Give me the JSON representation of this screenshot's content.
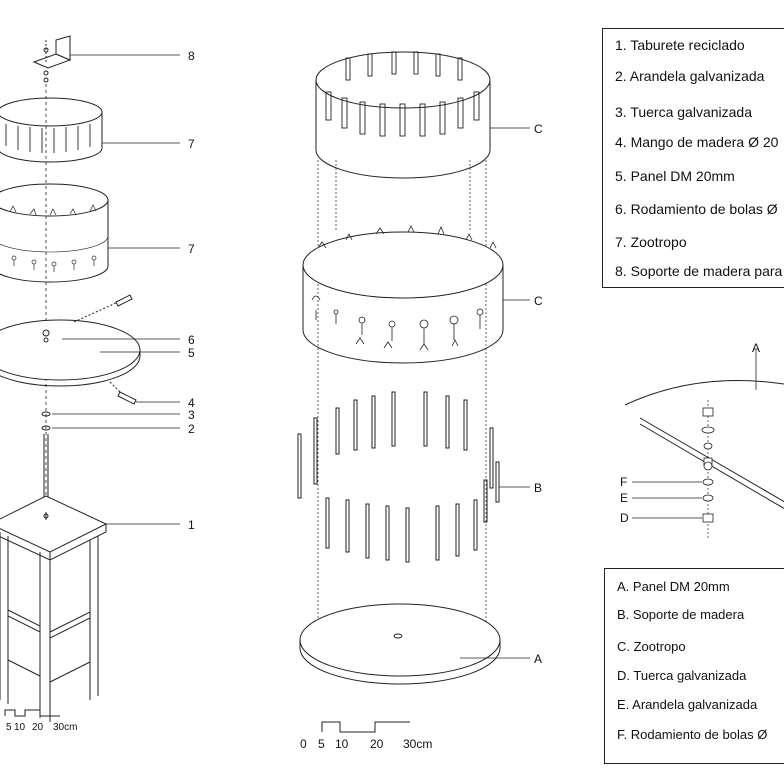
{
  "legend_numbers": [
    "1. Taburete reciclado",
    "2. Arandela galvanizada",
    "3. Tuerca galvanizada",
    "4. Mango de madera  Ø 20",
    "5. Panel DM 20mm",
    "6. Rodamiento de  bolas Ø",
    "7. Zootropo",
    "8. Soporte de madera para"
  ],
  "legend_letters": [
    "A. Panel DM 20mm",
    "B. Soporte de madera",
    "C. Zootropo",
    "D. Tuerca galvanizada",
    "E. Arandela galvanizada",
    "F. Rodamiento de  bolas Ø"
  ],
  "exploded_callouts": [
    "8",
    "7",
    "7",
    "6",
    "5",
    "4",
    "3",
    "2",
    "1"
  ],
  "assembly_callouts": [
    "C",
    "C",
    "B",
    "A"
  ],
  "detail_callouts": [
    "A",
    "F",
    "E",
    "D"
  ],
  "scale_left": [
    "5",
    "10",
    "20",
    "30cm"
  ],
  "scale_center": [
    "0",
    "5",
    "10",
    "20",
    "30cm"
  ]
}
